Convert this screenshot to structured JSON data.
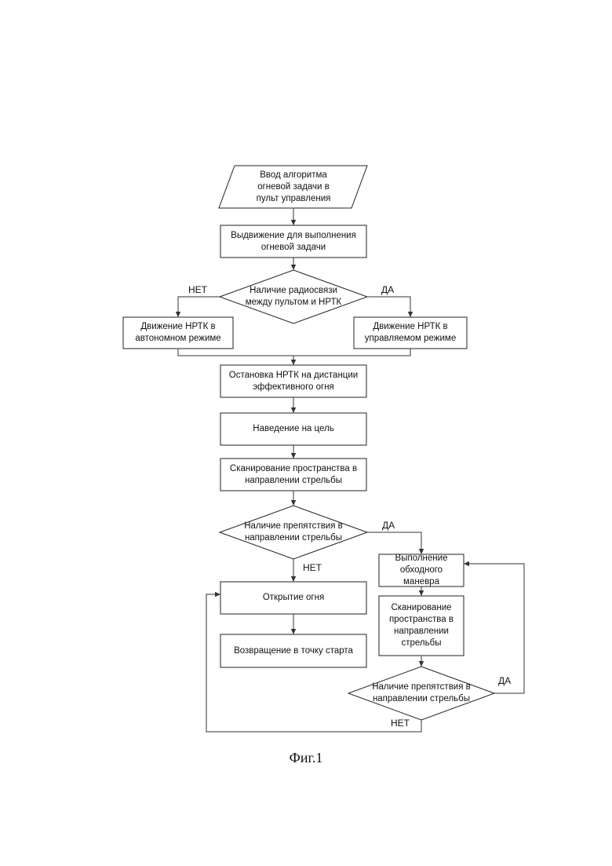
{
  "nodes": {
    "input": "Ввод алгоритма\nогневой задачи в\nпульт управления",
    "advance": "Выдвижение для выполнения\nогневой задачи",
    "radio_decision": "Наличие радиосвязи\nмежду пультом и НРТК",
    "auto_mode": "Движение НРТК в\nавтономном режиме",
    "controlled_mode": "Движение НРТК в\nуправляемом режиме",
    "stop": "Остановка НРТК на дистанции\nэффективного огня",
    "aim": "Наведение на цель",
    "scan": "Сканирование пространства в\nнаправлении стрельбы",
    "obstacle_decision": "Наличие препятствия в\nнаправлении стрельбы",
    "bypass": "Выполнение\nобходного маневра",
    "scan2": "Сканирование\nпространства в\nнаправлении\nстрельбы",
    "obstacle_decision2": "Наличие препятствия в\nнаправлении стрельбы",
    "fire": "Открытие огня",
    "return": "Возвращение в точку старта"
  },
  "labels": {
    "radio_no": "НЕТ",
    "radio_yes": "ДА",
    "obstacle_yes": "ДА",
    "obstacle_no": "НЕТ",
    "obstacle2_yes": "ДА",
    "obstacle2_no": "НЕТ"
  },
  "caption": "Фиг.1"
}
